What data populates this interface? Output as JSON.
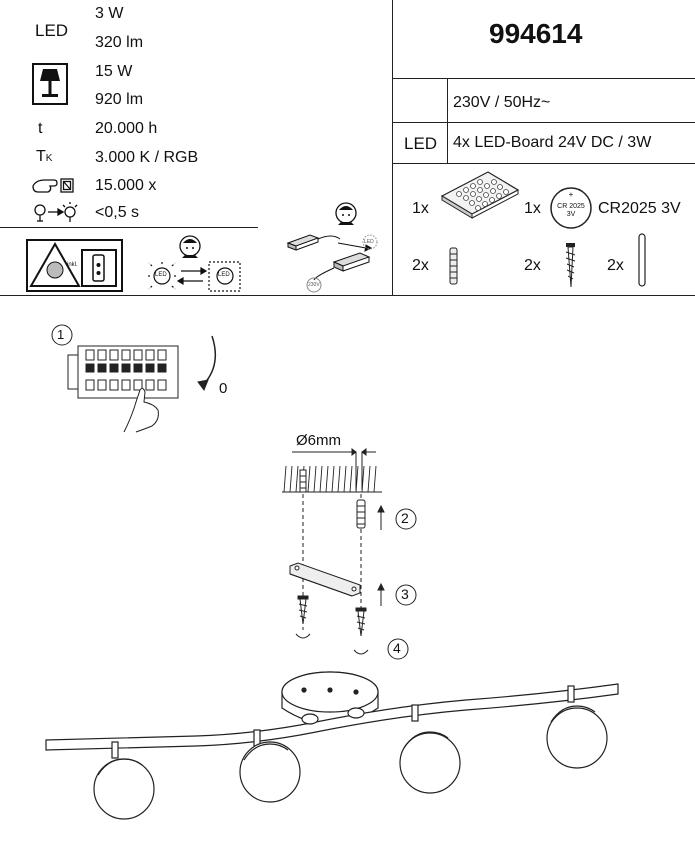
{
  "specs": {
    "led_label": "LED",
    "led_power": "3 W",
    "led_lumen": "320 lm",
    "max_power": "15 W",
    "max_lumen": "920 lm",
    "lifetime_symbol": "t",
    "lifetime": "20.000 h",
    "color_temp_symbol": "T",
    "color_temp_sub": "K",
    "color_temp": "3.000 K / RGB",
    "switch_cycles": "15.000 x",
    "startup_time": "<0,5 s",
    "remote_badge": "inkl.",
    "bulb_led_label": "LED"
  },
  "product": {
    "article_number": "994614",
    "voltage": "230V / 50Hz~",
    "led_label": "LED",
    "led_board": "4x LED-Board 24V DC / 3W"
  },
  "parts": {
    "remote_qty": "1x",
    "battery_qty": "1x",
    "battery_coin_line1": "CR 2025",
    "battery_coin_line2": "3V",
    "battery_type": "CR2025 3V",
    "dowel_qty": "2x",
    "screw_qty": "2x",
    "rod_qty": "2x"
  },
  "driver": {
    "output_label": "LED",
    "input_label": "230V"
  },
  "steps": {
    "step1": "1",
    "step1_off": "0",
    "drill_diameter": "Ø6mm",
    "step2": "2",
    "step3": "3",
    "step4": "4"
  }
}
